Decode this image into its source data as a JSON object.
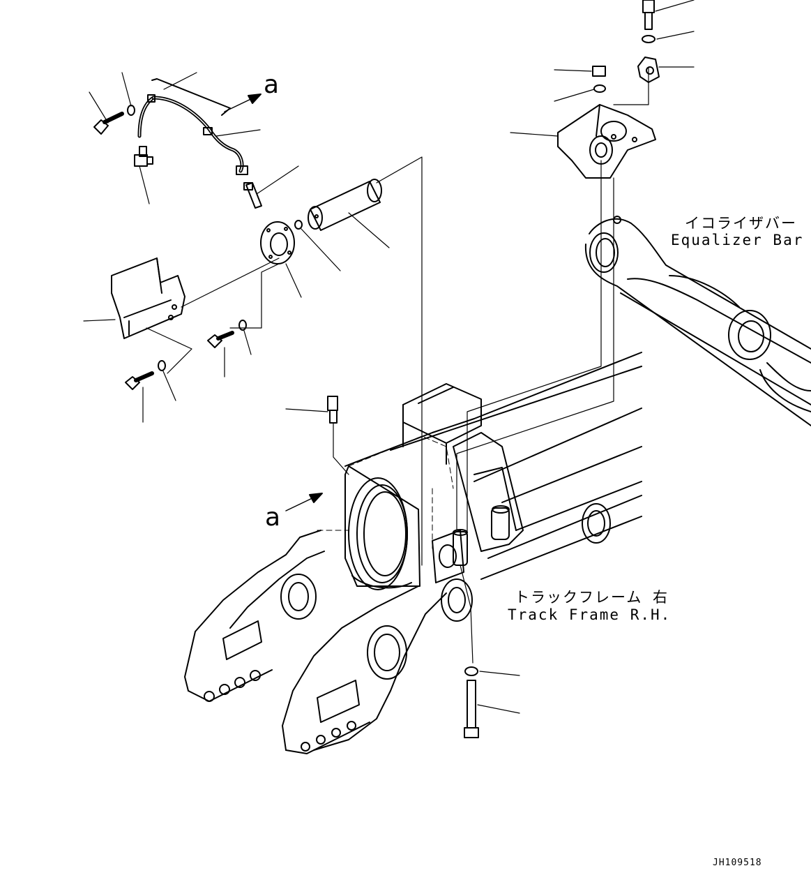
{
  "labels": {
    "equalizer_jp": "イコライザバー",
    "equalizer_en": "Equalizer Bar",
    "track_frame_jp": "トラックフレーム 右",
    "track_frame_en": "Track Frame R.H.",
    "view_ref_top": "a",
    "view_ref_bottom": "a",
    "drawing_code": "JH109518"
  },
  "icons": {
    "arrow_top": "arrow-right-icon",
    "arrow_bottom": "arrow-right-icon"
  }
}
